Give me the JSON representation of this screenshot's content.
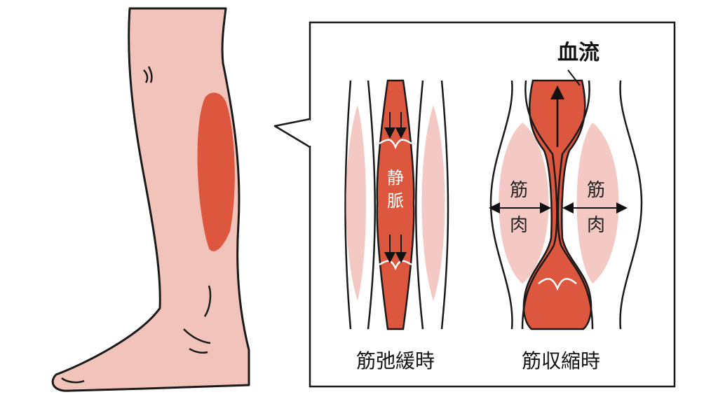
{
  "labels": {
    "vein": [
      "静",
      "脈"
    ],
    "muscle_left": [
      "筋",
      "肉"
    ],
    "muscle_right": [
      "筋",
      "肉"
    ],
    "blood_flow": "血流",
    "relaxed_caption": "筋弛緩時",
    "contracted_caption": "筋収縮時"
  },
  "colors": {
    "skin": "#F2C3BA",
    "muscle": "#F4C9C3",
    "vein": "#DD573E",
    "outline": "#1A1A1A"
  }
}
